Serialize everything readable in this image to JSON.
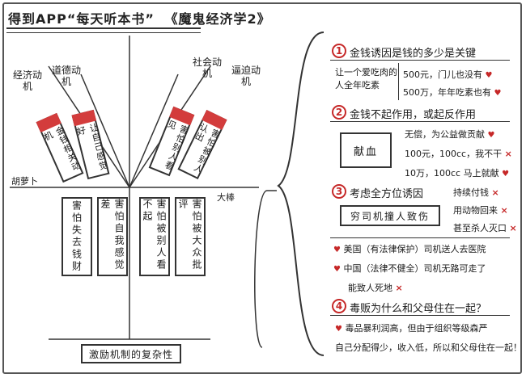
{
  "title": {
    "part1": "得到APP“每天听本书”",
    "part2": "《魔鬼经济学2》"
  },
  "left": {
    "label_economic": "经济动机",
    "label_moral": "道德动机",
    "label_social": "社会动机",
    "label_aggressive": "逼迫动机",
    "arrows": [
      "金钱相关动机",
      "让自己感觉好",
      "害怕别人看见",
      "害怕被别人认出"
    ],
    "left_axis": "胡萝卜",
    "right_axis": "大棒",
    "fears": [
      "害怕失去钱财",
      "害怕自我感觉差",
      "害怕被别人看不起",
      "害怕被大众批评"
    ],
    "bottom": "激励机制的复杂性"
  },
  "right": {
    "s1": {
      "num": "1",
      "title": "金钱诱因是钱的多少是关键",
      "left": "让一个爱吃肉的人全年吃素",
      "items": [
        "500元，门儿也没有",
        "500万，年年吃素也有"
      ]
    },
    "s2": {
      "num": "2",
      "title": "金钱不起作用，或起反作用",
      "box": "献血",
      "items": [
        "无偿，为公益做贡献",
        "100元，100cc，我不干",
        "10万，100cc 马上就献"
      ]
    },
    "s3": {
      "num": "3",
      "title": "考虑全方位诱因",
      "box": "穷司机撞人致伤",
      "items": [
        "持续付钱",
        "用动物回来",
        "甚至杀人灭口"
      ],
      "rows": [
        "美国（有法律保护）司机送人去医院",
        "中国（法律不健全）司机无路可走了",
        "能致人死地"
      ]
    },
    "s4": {
      "num": "4",
      "title": "毒贩为什么和父母住在一起？",
      "lines": [
        "毒品暴利润高，但由于组织等级森严",
        "自己分配得少，收入低，所以和父母住在一起！"
      ]
    }
  },
  "colors": {
    "accent": "#c62828",
    "ink": "#1a1a1a"
  }
}
